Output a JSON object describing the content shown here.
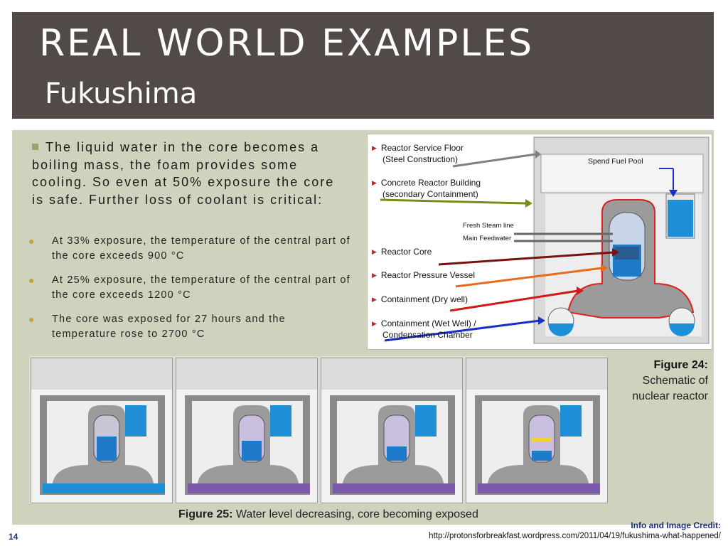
{
  "slide": {
    "title": "REAL WORLD EXAMPLES",
    "subtitle": "Fukushima",
    "page_number": "14"
  },
  "main_bullet": "The liquid water in the core becomes a boiling mass, the foam provides some cooling. So even at 50% exposure the core is safe. Further loss of coolant is critical:",
  "sub_bullets": [
    "At  33% exposure, the temperature of the central part of the core exceeds 900 °C",
    "At 25% exposure, the temperature of the central part of the core exceeds 1200 °C",
    "The core was exposed for 27 hours and the temperature rose to 2700 °C"
  ],
  "diagram": {
    "labels": [
      "Reactor Service Floor",
      "(Steel Construction)",
      "Concrete Reactor Building",
      "(secondary Containment)",
      "Reactor Core",
      "Reactor Pressure Vessel",
      "Containment (Dry well)",
      "Containment (Wet Well) /",
      "Condensation Chamber"
    ],
    "spend_fuel_pool": "Spend Fuel Pool",
    "fresh_steam_line": "Fresh Steam line",
    "main_feedwater": "Main Feedwater"
  },
  "figure24": {
    "label": "Figure 24:",
    "line1": "Schematic of",
    "line2": "nuclear reactor"
  },
  "figure25": {
    "label": "Figure 25:",
    "text": " Water level decreasing, core becoming exposed"
  },
  "credit": {
    "title": "Info and Image Credit:",
    "url": "http://protonsforbreakfast.wordpress.com/2011/04/19/fukushima-what-happened/"
  },
  "colors": {
    "header_bg": "#524a47",
    "content_bg": "#cfd3bd",
    "accent_olive": "#9aa36a",
    "link_blue": "#1d2f7a"
  }
}
